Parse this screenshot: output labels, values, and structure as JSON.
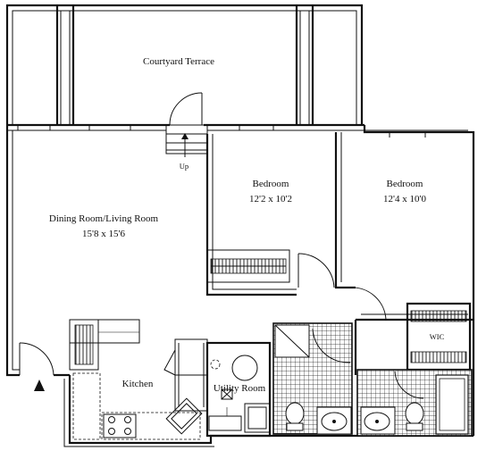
{
  "rooms": {
    "terrace": {
      "name": "Courtyard Terrace"
    },
    "living": {
      "name": "Dining Room/Living Room",
      "size": "15'8 x 15'6"
    },
    "bedroom1": {
      "name": "Bedroom",
      "size": "12'2 x 10'2"
    },
    "bedroom2": {
      "name": "Bedroom",
      "size": "12'4 x 10'0"
    },
    "kitchen": {
      "name": "Kitchen"
    },
    "utility": {
      "name": "Utility Room"
    },
    "wic": {
      "name": "WIC"
    }
  },
  "stair": {
    "label": "Up"
  },
  "entry": {
    "marker": "entry-arrow"
  }
}
